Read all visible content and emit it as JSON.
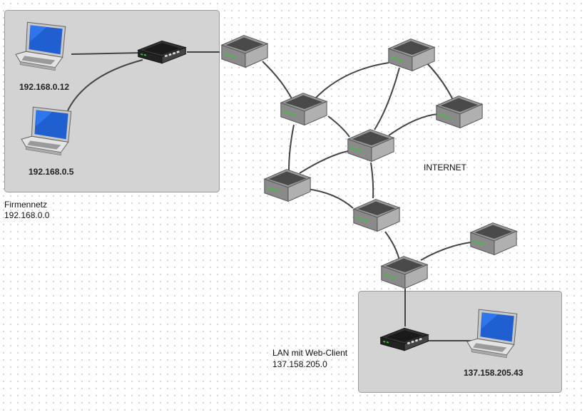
{
  "zones": {
    "firmennetz": {
      "name": "Firmennetz",
      "network": "192.168.0.0"
    },
    "lan": {
      "name": "LAN mit Web-Client",
      "network": "137.158.205.0"
    },
    "internet": {
      "name": "INTERNET"
    }
  },
  "hosts": {
    "laptop_a": "192.168.0.12",
    "laptop_b": "192.168.0.5",
    "laptop_c": "137.158.205.43"
  },
  "icons": {
    "laptop": "laptop-icon",
    "switch": "switch-icon",
    "router": "router-icon"
  },
  "colors": {
    "zone_fill": "#d3d3d3",
    "zone_stroke": "#9a9a9a",
    "link": "#444444",
    "router_body": "#555555",
    "screen": "#1f5fd0"
  }
}
